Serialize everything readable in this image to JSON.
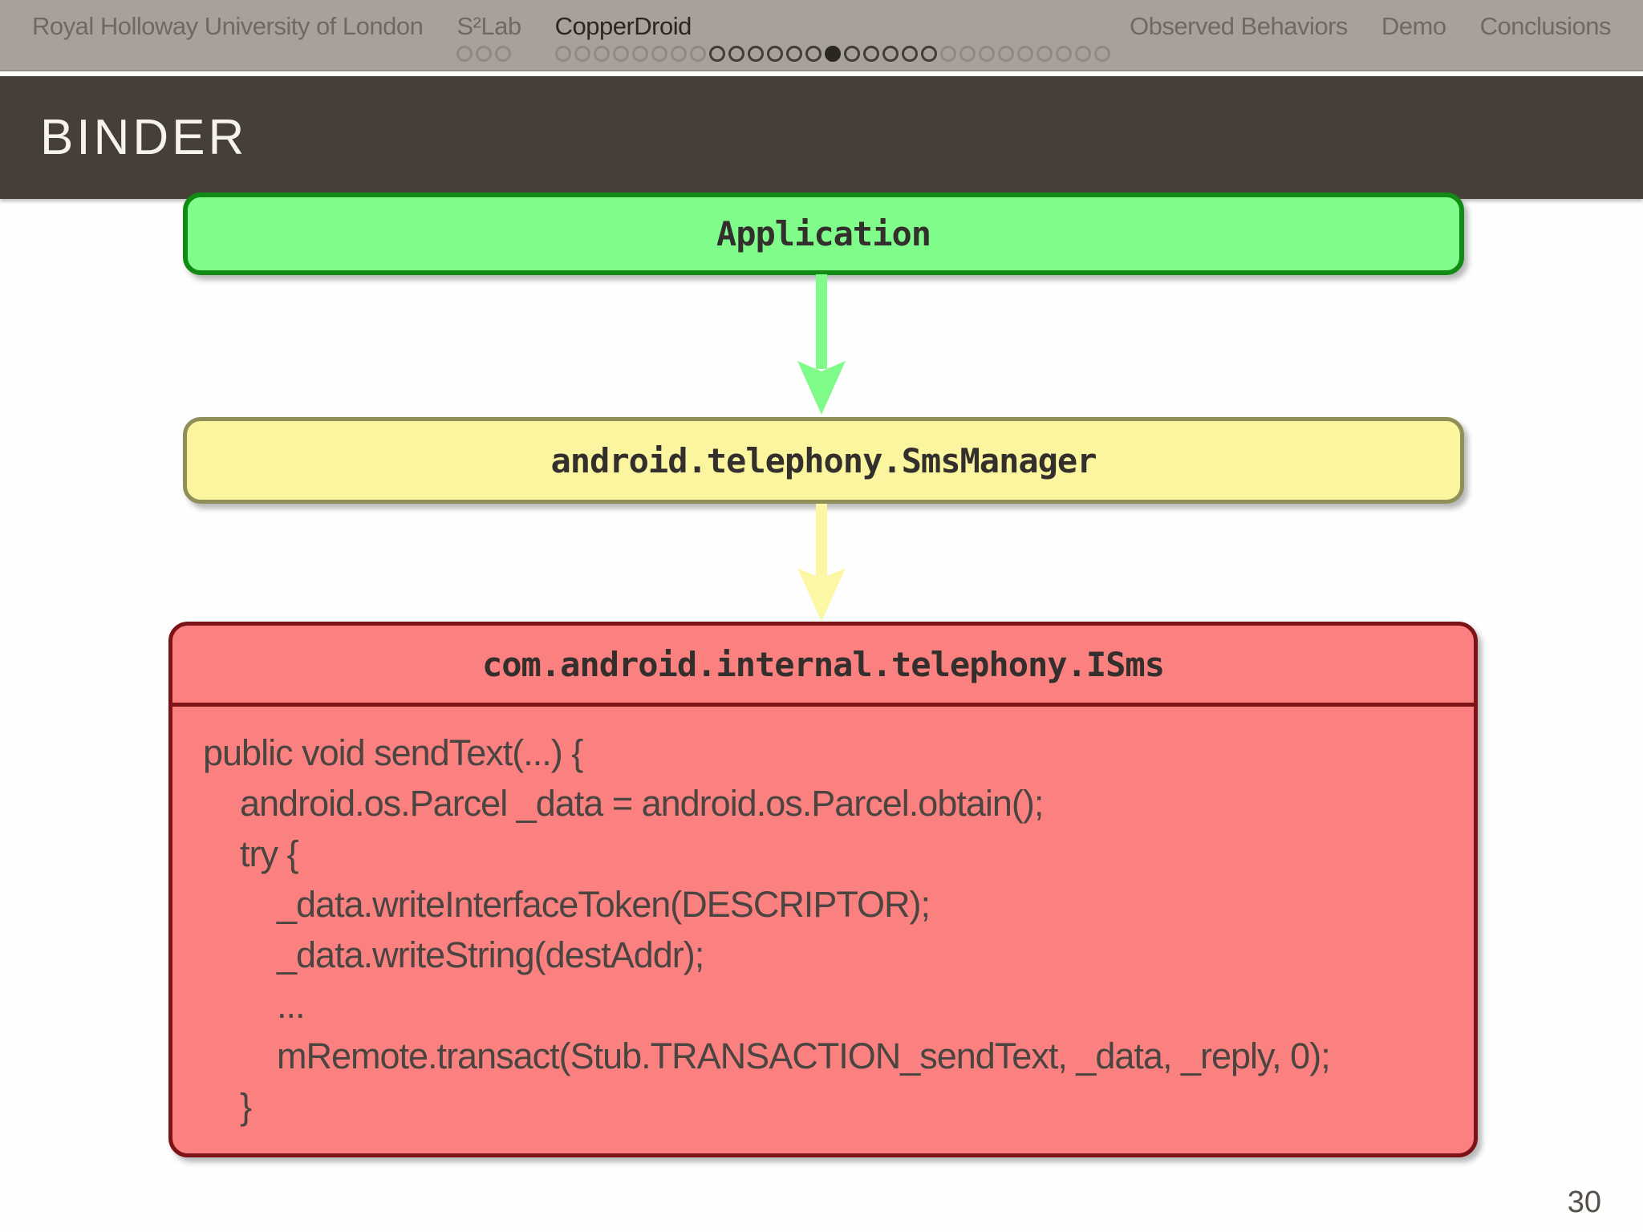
{
  "header": {
    "institution": "Royal Holloway University of London",
    "sections": [
      {
        "label": "S²Lab",
        "active": false,
        "dots": [
          "o-light",
          "o-light",
          "o-light"
        ]
      },
      {
        "label": "CopperDroid",
        "active": true,
        "dots": [
          "o-light",
          "o-light",
          "o-light",
          "o-light",
          "o-light",
          "o-light",
          "o-light",
          "o-light",
          "o-dark",
          "o-dark",
          "o-dark",
          "o-dark",
          "o-dark",
          "o-dark",
          "filled",
          "o-dark",
          "o-dark",
          "o-dark",
          "o-dark",
          "o-dark",
          "o-light",
          "o-light",
          "o-light",
          "o-light",
          "o-light",
          "o-light",
          "o-light",
          "o-light",
          "o-light"
        ]
      },
      {
        "label": "Observed Behaviors",
        "active": false,
        "dots": []
      },
      {
        "label": "Demo",
        "active": false,
        "dots": []
      },
      {
        "label": "Conclusions",
        "active": false,
        "dots": []
      }
    ],
    "bar_color": "#a8a19a",
    "muted_text_color": "#6e6963",
    "active_text_color": "#2a2622"
  },
  "title_bar": {
    "title": "BINDER",
    "background": "#463f39",
    "text_color": "#f6f3ef"
  },
  "diagram": {
    "nodes": [
      {
        "id": "application",
        "label": "Application",
        "fill": "#80fc8a",
        "border": "#118b13"
      },
      {
        "id": "smsmanager",
        "label": "android.telephony.SmsManager",
        "fill": "#faf59e",
        "border": "#908e59"
      },
      {
        "id": "isms",
        "label": "com.android.internal.telephony.ISms",
        "fill": "#fb8181",
        "border": "#7e1317",
        "code_lines": [
          {
            "indent": 0,
            "text": "public void sendText(...) {"
          },
          {
            "indent": 1,
            "text": "android.os.Parcel _data = android.os.Parcel.obtain();"
          },
          {
            "indent": 1,
            "text": "try {"
          },
          {
            "indent": 2,
            "text": "_data.writeInterfaceToken(DESCRIPTOR);"
          },
          {
            "indent": 2,
            "text": "_data.writeString(destAddr);"
          },
          {
            "indent": 2,
            "text": "..."
          },
          {
            "indent": 2,
            "text": "mRemote.transact(Stub.TRANSACTION_sendText, _data, _reply, 0);"
          },
          {
            "indent": 1,
            "text": "}"
          }
        ]
      }
    ],
    "arrows": [
      {
        "from": "application",
        "to": "smsmanager",
        "color": "#7ffb89"
      },
      {
        "from": "smsmanager",
        "to": "isms",
        "color": "#fbf7a4"
      }
    ]
  },
  "footer": {
    "page_number": "30"
  }
}
